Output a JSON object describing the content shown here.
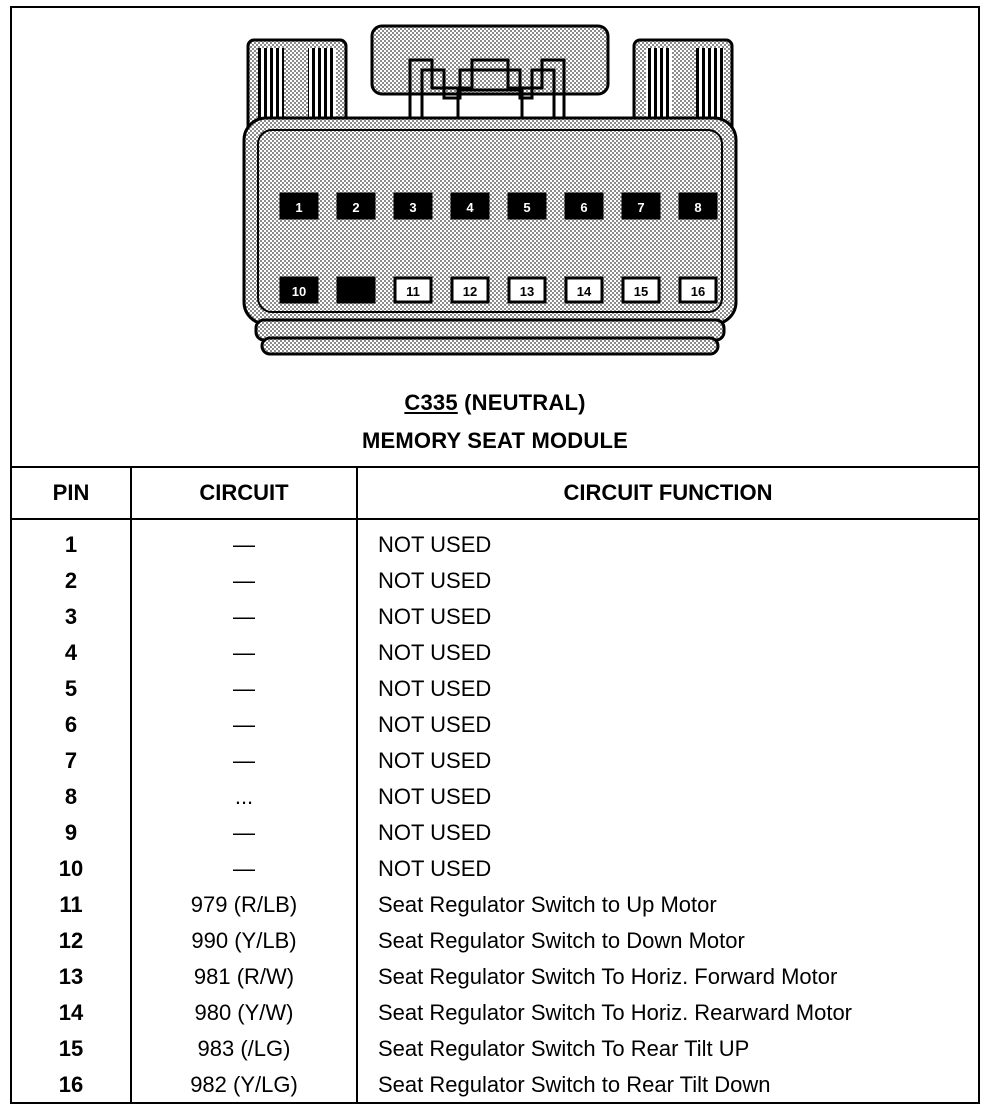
{
  "connector": {
    "id": "C335",
    "color_label": "(NEUTRAL)",
    "module": "MEMORY SEAT MODULE",
    "pin_labels_top": [
      "1",
      "2",
      "3",
      "4",
      "5",
      "6",
      "7",
      "8"
    ],
    "pin_labels_bottom": [
      "10",
      "",
      "11",
      "12",
      "13",
      "14",
      "15",
      "16"
    ]
  },
  "table": {
    "headers": {
      "pin": "PIN",
      "circuit": "CIRCUIT",
      "function": "CIRCUIT FUNCTION"
    },
    "rows": [
      {
        "pin": "1",
        "circuit": "—",
        "function": "NOT USED"
      },
      {
        "pin": "2",
        "circuit": "—",
        "function": "NOT USED"
      },
      {
        "pin": "3",
        "circuit": "—",
        "function": "NOT USED"
      },
      {
        "pin": "4",
        "circuit": "—",
        "function": "NOT USED"
      },
      {
        "pin": "5",
        "circuit": "—",
        "function": "NOT USED"
      },
      {
        "pin": "6",
        "circuit": "—",
        "function": "NOT USED"
      },
      {
        "pin": "7",
        "circuit": "—",
        "function": "NOT USED"
      },
      {
        "pin": "8",
        "circuit": "...",
        "function": "NOT USED"
      },
      {
        "pin": "9",
        "circuit": "—",
        "function": "NOT USED"
      },
      {
        "pin": "10",
        "circuit": "—",
        "function": "NOT USED"
      },
      {
        "pin": "11",
        "circuit": "979 (R/LB)",
        "function": "Seat Regulator Switch to Up Motor"
      },
      {
        "pin": "12",
        "circuit": "990 (Y/LB)",
        "function": "Seat Regulator Switch to Down Motor"
      },
      {
        "pin": "13",
        "circuit": "981  (R/W)",
        "function": "Seat Regulator Switch To Horiz. Forward Motor"
      },
      {
        "pin": "14",
        "circuit": "980 (Y/W)",
        "function": "Seat Regulator Switch To Horiz. Rearward Motor"
      },
      {
        "pin": "15",
        "circuit": "983 (/LG)",
        "function": "Seat Regulator Switch To Rear Tilt UP"
      },
      {
        "pin": "16",
        "circuit": "982 (Y/LG)",
        "function": "Seat Regulator Switch to Rear Tilt Down"
      }
    ]
  }
}
